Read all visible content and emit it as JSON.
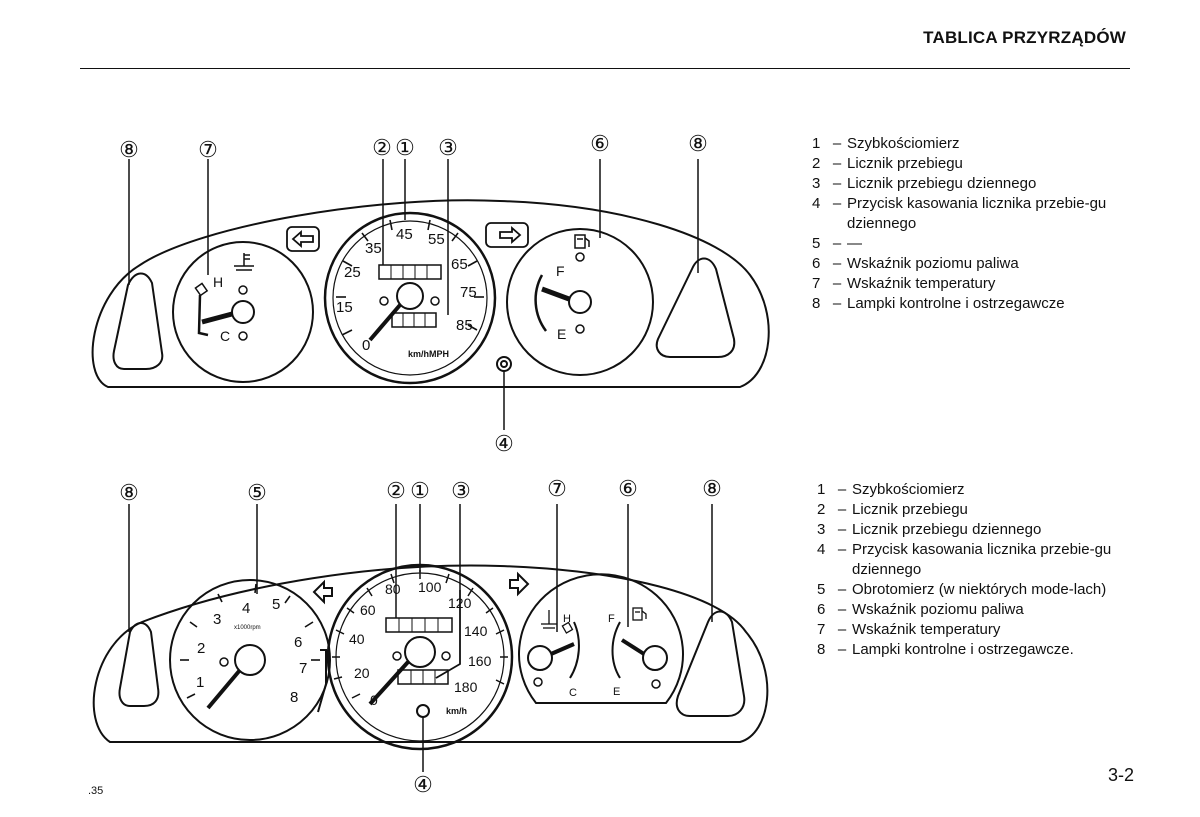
{
  "header": {
    "title": "TABLICA PRZYRZĄDÓW"
  },
  "diagram_top": {
    "callouts": [
      "⑧",
      "⑦",
      "②",
      "①",
      "③",
      "⑥",
      "⑧",
      "④"
    ],
    "temperature_gauge": {
      "hot": "H",
      "cold": "C"
    },
    "speedometer": {
      "outer_labels": [
        "0",
        "15",
        "25",
        "35",
        "45",
        "55",
        "65",
        "75",
        "85"
      ],
      "units": "km/hMPH"
    },
    "fuel_gauge": {
      "full": "F",
      "empty": "E"
    }
  },
  "legend_top": [
    {
      "num": "1",
      "dash": "–",
      "text": "Szybkościomierz"
    },
    {
      "num": "2",
      "dash": "–",
      "text": "Licznik przebiegu"
    },
    {
      "num": "3",
      "dash": "–",
      "text": "Licznik przebiegu dziennego"
    },
    {
      "num": "4",
      "dash": "–",
      "text": "Przycisk kasowania licznika przebie-gu dziennego"
    },
    {
      "num": "5",
      "dash": "–",
      "text": "—"
    },
    {
      "num": "6",
      "dash": "–",
      "text": "Wskaźnik poziomu paliwa"
    },
    {
      "num": "7",
      "dash": "–",
      "text": "Wskaźnik temperatury"
    },
    {
      "num": "8",
      "dash": "–",
      "text": "Lampki kontrolne i ostrzegawcze"
    }
  ],
  "diagram_bottom": {
    "callouts": [
      "⑧",
      "⑤",
      "②",
      "①",
      "③",
      "⑦",
      "⑥",
      "⑧",
      "④"
    ],
    "tachometer": {
      "numbers": [
        "1",
        "2",
        "3",
        "4",
        "5",
        "6",
        "7",
        "8"
      ],
      "units": "x1000rpm"
    },
    "speedometer": {
      "numbers": [
        "0",
        "20",
        "40",
        "60",
        "80",
        "100",
        "120",
        "140",
        "160",
        "180"
      ],
      "units": "km/h"
    },
    "combo_gauge": {
      "hot": "H",
      "cold": "C",
      "full": "F",
      "empty": "E"
    }
  },
  "legend_bottom": [
    {
      "num": "1",
      "dash": "–",
      "text": "Szybkościomierz"
    },
    {
      "num": "2",
      "dash": "–",
      "text": "Licznik przebiegu"
    },
    {
      "num": "3",
      "dash": "–",
      "text": "Licznik przebiegu dziennego"
    },
    {
      "num": "4",
      "dash": "–",
      "text": "Przycisk kasowania licznika przebie-gu dziennego"
    },
    {
      "num": "5",
      "dash": "–",
      "text": "Obrotomierz (w niektórych mode-lach)"
    },
    {
      "num": "6",
      "dash": "–",
      "text": "Wskaźnik poziomu paliwa"
    },
    {
      "num": "7",
      "dash": "–",
      "text": "Wskaźnik temperatury"
    },
    {
      "num": "8",
      "dash": "–",
      "text": "Lampki kontrolne i ostrzegawcze."
    }
  ],
  "footer": {
    "code": ".35",
    "page_number": "3-2"
  }
}
